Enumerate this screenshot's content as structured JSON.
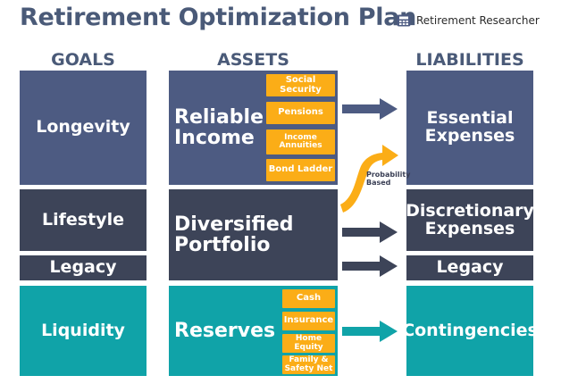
{
  "title": "Retirement Optimization Plan",
  "brand": {
    "label": "Retirement Researcher",
    "icon": "calculator-icon"
  },
  "columns": {
    "goals": "GOALS",
    "assets": "ASSETS",
    "liabilities": "LIABILITIES"
  },
  "goals": {
    "longevity": "Longevity",
    "lifestyle": "Lifestyle",
    "legacy": "Legacy",
    "liquidity": "Liquidity"
  },
  "assets": {
    "reliable_income": {
      "label": "Reliable\nIncome",
      "items": [
        "Social Security",
        "Pensions",
        "Income\nAnnuities",
        "Bond Ladder"
      ]
    },
    "diversified_portfolio": {
      "label": "Diversified\nPortfolio"
    },
    "reserves": {
      "label": "Reserves",
      "items": [
        "Cash",
        "Insurance",
        "Home Equity",
        "Family &\nSafety Net"
      ]
    }
  },
  "liabilities": {
    "essential": "Essential\nExpenses",
    "discretionary": "Discretionary\nExpenses",
    "legacy": "Legacy",
    "contingencies": "Contingencies"
  },
  "arrow_note": "Probability\nBased",
  "colors": {
    "navy": "#4d5b82",
    "dark_slate": "#3d4458",
    "teal": "#10a3a8",
    "orange": "#fbad17",
    "title": "#4a5a78"
  }
}
